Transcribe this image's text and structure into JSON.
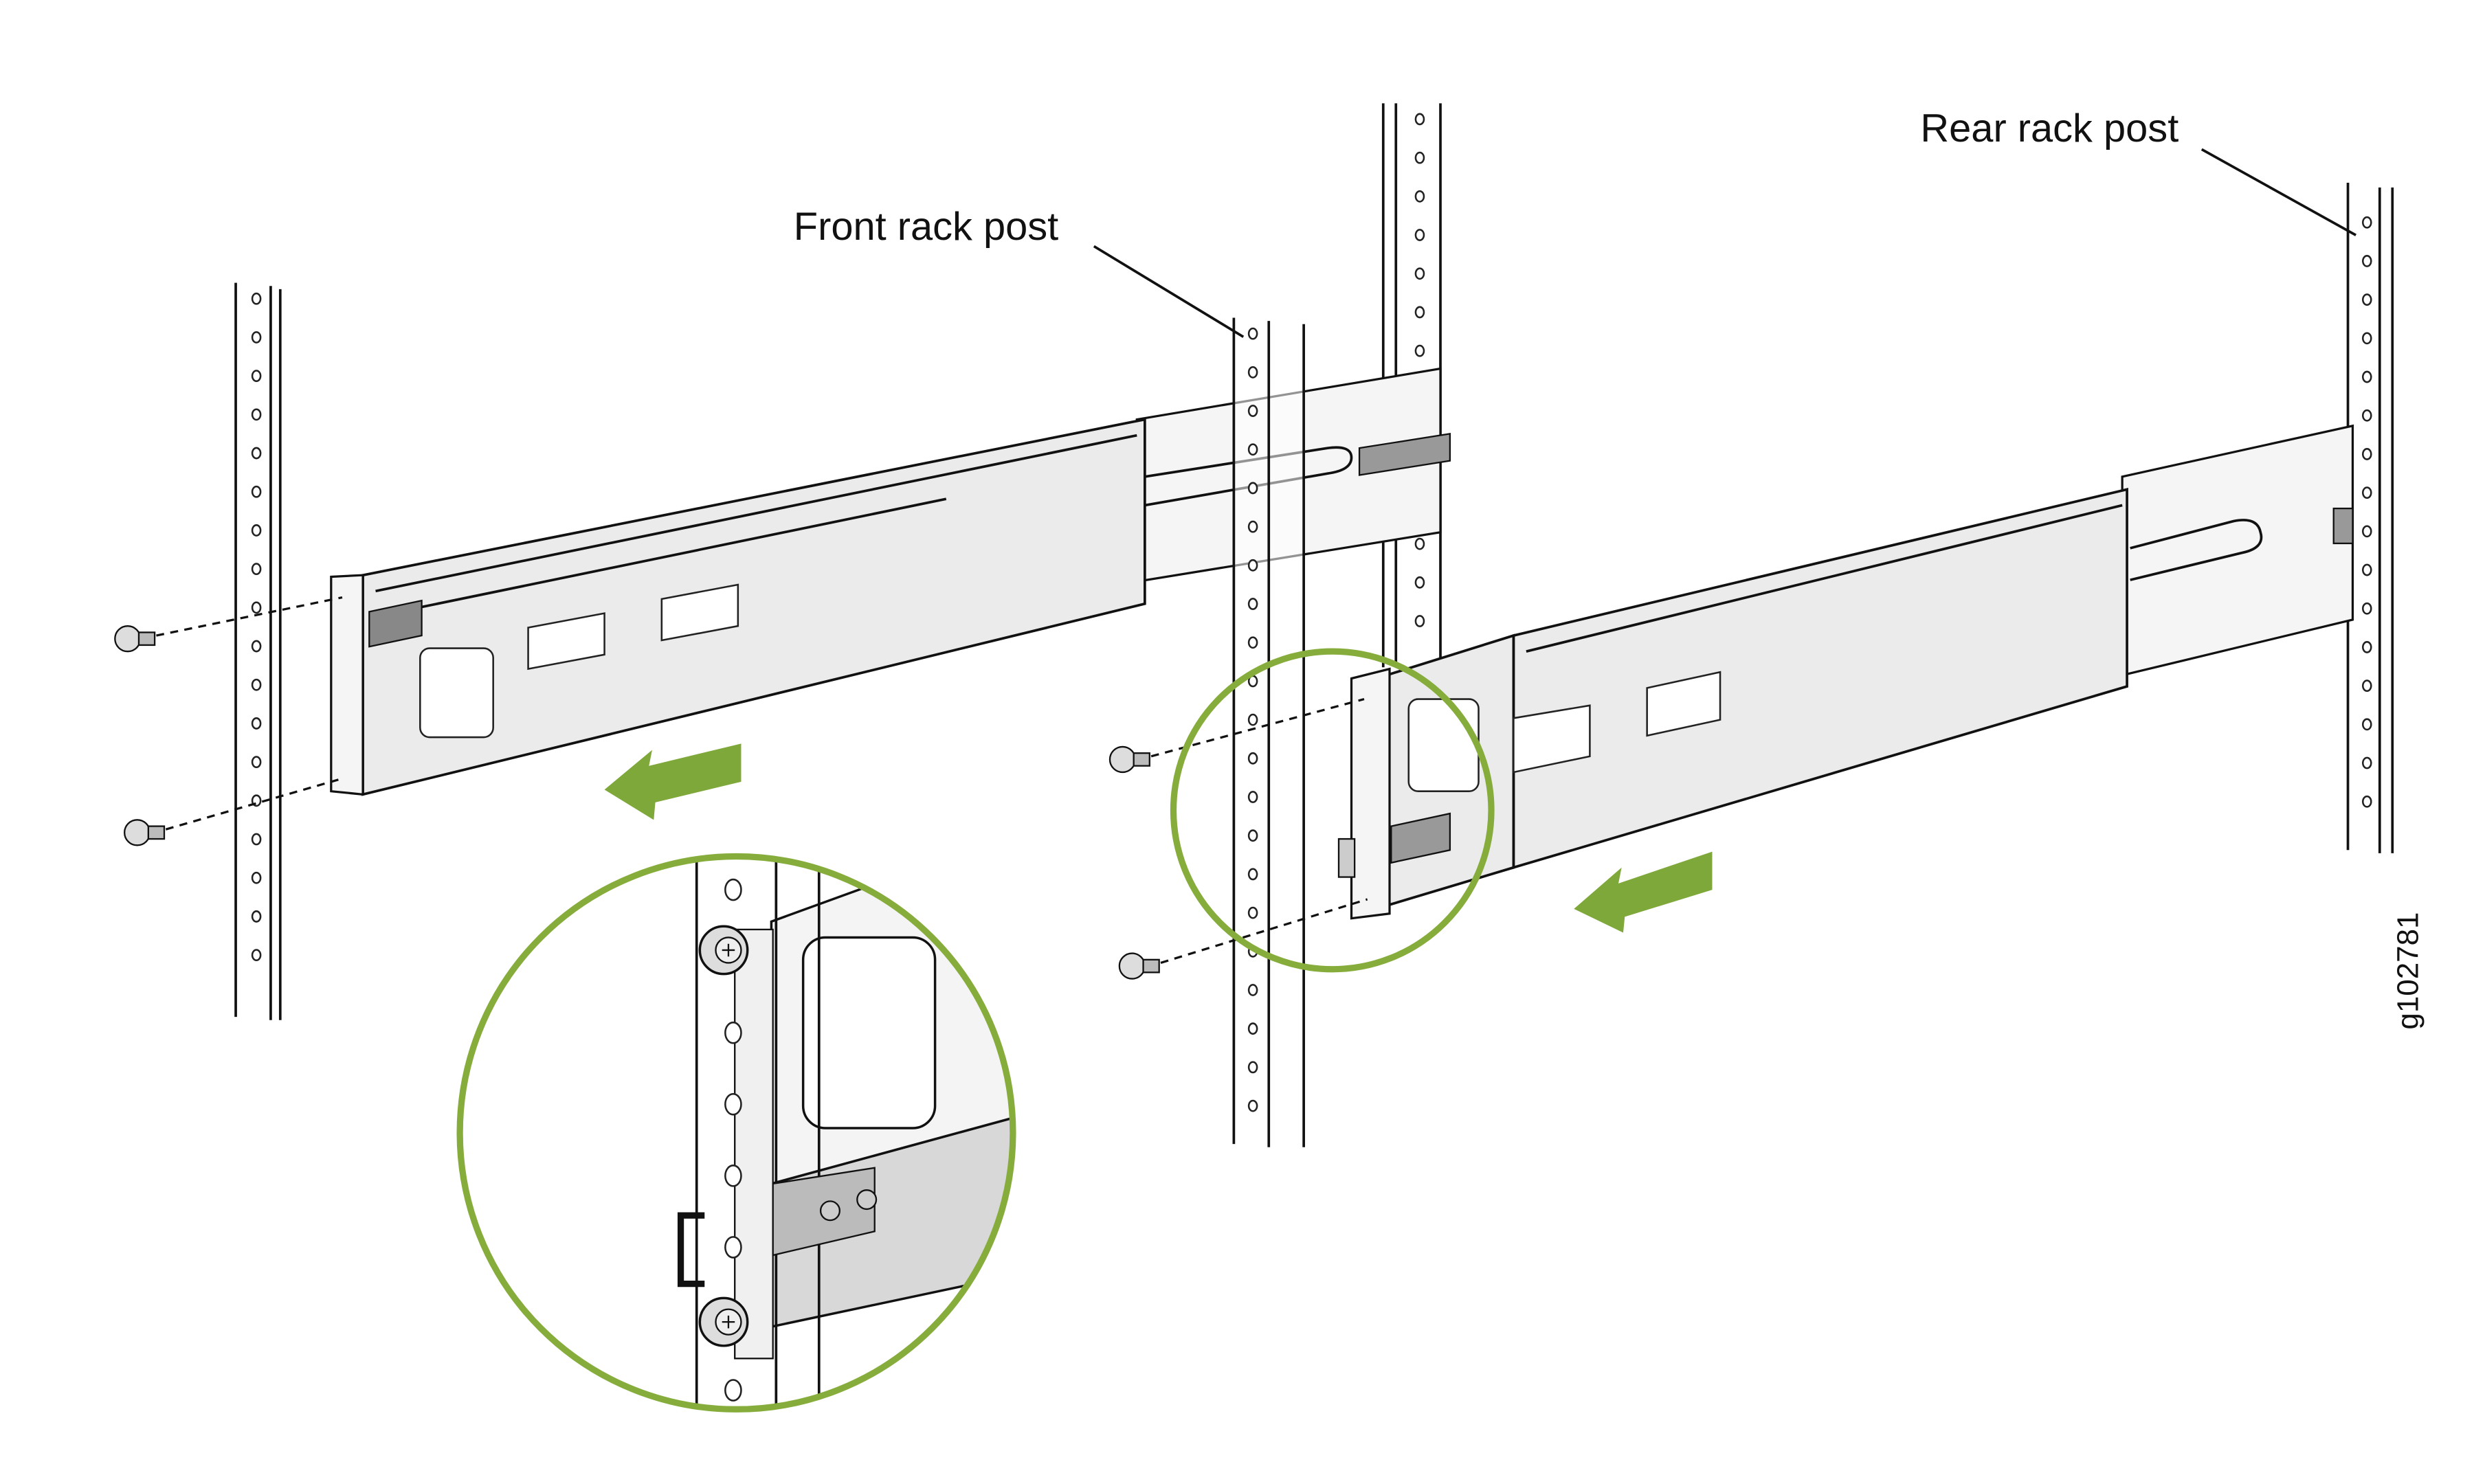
{
  "labels": {
    "front_rack_post": "Front rack post",
    "rear_rack_post": "Rear rack post",
    "figure_id": "g102781"
  },
  "colors": {
    "accent_green": "#7fa83a",
    "loupe_green": "#86ad3c",
    "rail_fill": "#ebebeb"
  }
}
